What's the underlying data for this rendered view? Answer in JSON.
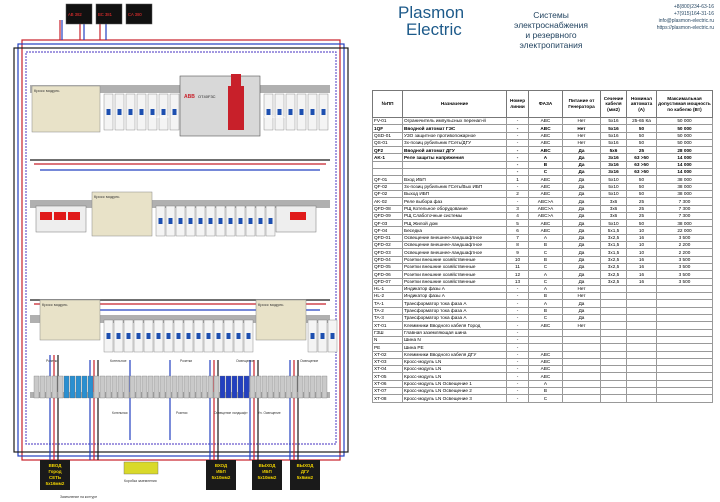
{
  "brand": {
    "line1": "Plasmon",
    "line2": "Electric"
  },
  "subtitle": {
    "line1": "Системы электроснабжения",
    "line2": "и резервного электропитания"
  },
  "contacts": [
    "+8(800)234-63-16",
    "+7(915)164-31-16",
    "info@plasmon-electric.ru",
    "https://plasmon-electric.ru"
  ],
  "table": {
    "headers": [
      "№ПП",
      "Назначение",
      "Номер линии",
      "ФАЗА",
      "Питание от Генератора",
      "Сечение кабеля (мм2)",
      "Номинал автомата (А)",
      "Максимальная допустимая мощность по кабелю (Вт)"
    ],
    "rows": [
      [
        "FV-01",
        "Ограничитель импульсных перенап-й",
        "-",
        "ABC",
        "Нет",
        "5x16",
        "25-65 Ка",
        "50 000",
        ""
      ],
      [
        "1QF",
        "Вводной автомат ГЭС",
        "-",
        "ABC",
        "Нет",
        "5x16",
        "50",
        "50 000",
        "bold"
      ],
      [
        "QSD-01",
        "УЗО защитное противопожарное",
        "-",
        "ABC",
        "Нет",
        "5x16",
        "50",
        "50 000",
        ""
      ],
      [
        "QS-01",
        "3х-позиц рубильник ГСеть/ДГУ",
        "-",
        "ABC",
        "Нет",
        "5x16",
        "50",
        "50 000",
        ""
      ],
      [
        "QF2",
        "Вводной автомат ДГУ",
        "-",
        "ABC",
        "Да",
        "5x6",
        "25",
        "28 000",
        "bold"
      ],
      [
        "AK-1",
        "Реле защиты напряжения",
        "-",
        "A",
        "Да",
        "3x16",
        "63 >50",
        "14 000",
        "bold"
      ],
      [
        "",
        "",
        "-",
        "B",
        "Да",
        "3x16",
        "63 >50",
        "14 000",
        "bold"
      ],
      [
        "",
        "",
        "-",
        "C",
        "Да",
        "3x16",
        "63 >50",
        "14 000",
        "bold"
      ],
      [
        "QF-01",
        "Вход ИБП",
        "1",
        "ABC",
        "Да",
        "5x10",
        "50",
        "38 000",
        ""
      ],
      [
        "QF-02",
        "3х-позиц рубильник ГСеть/Вых ИБП",
        "-",
        "ABC",
        "Да",
        "5x10",
        "50",
        "38 000",
        ""
      ],
      [
        "QF-02",
        "Выход ИБП",
        "2",
        "ABC",
        "Да",
        "5x10",
        "50",
        "38 000",
        ""
      ],
      [
        "AK-02",
        "Реле выбора фаз",
        "-",
        "ABC>A",
        "Да",
        "3x6",
        "25",
        "7 300",
        ""
      ],
      [
        "QFD-08",
        "РЩ Котельное оборудование",
        "3",
        "ABC>A",
        "Да",
        "3x6",
        "25",
        "7 300",
        ""
      ],
      [
        "QFD-09",
        "РЩ Слаботочные системы",
        "4",
        "ABC>A",
        "Да",
        "3x6",
        "25",
        "7 300",
        ""
      ],
      [
        "QF-03",
        "РЩ Жилой дом",
        "5",
        "ABC",
        "Да",
        "5x10",
        "50",
        "38 000",
        ""
      ],
      [
        "QF-04",
        "Беседка",
        "6",
        "ABC",
        "Да",
        "5x1,5",
        "10",
        "22 000",
        ""
      ],
      [
        "QFD-01",
        "Освещение внешнее-ландшафтное",
        "7",
        "A",
        "Да",
        "3x2,5",
        "16",
        "3 500",
        ""
      ],
      [
        "QFD-02",
        "Освещение внешнее-ландшафтное",
        "8",
        "B",
        "Да",
        "3x1,5",
        "10",
        "2 200",
        ""
      ],
      [
        "QFD-03",
        "Освещение внешнее-ландшафтное",
        "9",
        "C",
        "Да",
        "3x1,5",
        "10",
        "2 200",
        ""
      ],
      [
        "QFD-04",
        "Розетки внешние хозяйственные",
        "10",
        "B",
        "Да",
        "3x2,5",
        "16",
        "3 500",
        ""
      ],
      [
        "QFD-05",
        "Розетки внешние хозяйственные",
        "11",
        "C",
        "Да",
        "3x2,5",
        "16",
        "3 500",
        ""
      ],
      [
        "QFD-06",
        "Розетки внешние хозяйственные",
        "12",
        "A",
        "Да",
        "3x2,5",
        "16",
        "3 500",
        ""
      ],
      [
        "QFD-07",
        "Розетки внешние хозяйственные",
        "13",
        "C",
        "Да",
        "3x2,5",
        "16",
        "3 500",
        ""
      ],
      [
        "HL-1",
        "Индикатор фазы А",
        "-",
        "A",
        "Нет",
        "",
        "",
        "",
        ""
      ],
      [
        "HL-2",
        "Индикатор фазы А",
        "-",
        "B",
        "Нет",
        "",
        "",
        "",
        ""
      ],
      [
        "TA-1",
        "Трансформатор тока фаза А",
        "-",
        "A",
        "Да",
        "",
        "",
        "",
        ""
      ],
      [
        "TA-2",
        "Трансформатор тока фаза А",
        "-",
        "B",
        "Да",
        "",
        "",
        "",
        ""
      ],
      [
        "TA-3",
        "Трансформатор тока фаза А",
        "-",
        "C",
        "Да",
        "",
        "",
        "",
        ""
      ],
      [
        "XT-01",
        "Клеммники Вводного кабеля Город",
        "-",
        "ABC",
        "Нет",
        "",
        "",
        "",
        ""
      ],
      [
        "ГЗШ",
        "Главная заземляющая шина",
        "-",
        "",
        "",
        "",
        "",
        "",
        ""
      ],
      [
        "N",
        "Шина N",
        "-",
        "",
        "",
        "",
        "",
        "",
        ""
      ],
      [
        "PE",
        "Шина PE",
        "-",
        "",
        "",
        "",
        "",
        "",
        ""
      ],
      [
        "XT-02",
        "Клеммники Вводного кабеля ДГУ",
        "-",
        "ABC",
        "",
        "",
        "",
        "",
        ""
      ],
      [
        "XT-03",
        "Кросс-модуль LN",
        "-",
        "ABC",
        "",
        "",
        "",
        "",
        ""
      ],
      [
        "XT-04",
        "Кросс-модуль LN",
        "-",
        "ABC",
        "",
        "",
        "",
        "",
        ""
      ],
      [
        "XT-05",
        "Кросс-модуль LN",
        "-",
        "ABC",
        "",
        "",
        "",
        "",
        ""
      ],
      [
        "XT-06",
        "Кросс-модуль LN Освещение 1",
        "-",
        "A",
        "",
        "",
        "",
        "",
        ""
      ],
      [
        "XT-07",
        "Кросс-модуль LN Освещение 2",
        "-",
        "B",
        "",
        "",
        "",
        "",
        ""
      ],
      [
        "XT-08",
        "Кросс-модуль LN Освещение 3",
        "-",
        "C",
        "",
        "",
        "",
        "",
        ""
      ]
    ]
  },
  "diagram": {
    "meters": [
      "AB 382",
      "BC 381",
      "CA 380"
    ],
    "cross_labels": [
      "Кросс модуль",
      "Кросс модуль",
      "Кросс модуль",
      "Кросс модуль"
    ],
    "switch": {
      "brand": "ABB",
      "model": "OT40F3C"
    },
    "relay_labels": [
      "РЕЛЕ ДГУ",
      "ГОРОД-СЕТЬ"
    ],
    "section_labels": [
      "Котельное",
      "Розетки",
      "Освещение",
      "Розетки",
      "Освещение"
    ],
    "din_labels": [
      "Котельная",
      "Розетки",
      "Освещение ландшафт",
      "Ул. Освещение"
    ],
    "bottom_labels": [
      {
        "lines": [
          "ВВОД",
          "Город",
          "СЕТЬ",
          "5x16мм2"
        ]
      },
      {
        "lines": [
          "ВХОД",
          "ИБП",
          "5x10мм2"
        ]
      },
      {
        "lines": [
          "ВЫХОД",
          "ИБП",
          "5x10мм2"
        ]
      },
      {
        "lines": [
          "ВЫХОД",
          "ДГУ",
          "5x6мм2"
        ]
      }
    ],
    "ground_label": "Заземление на контуре",
    "box_label": "Коробка заземления"
  }
}
